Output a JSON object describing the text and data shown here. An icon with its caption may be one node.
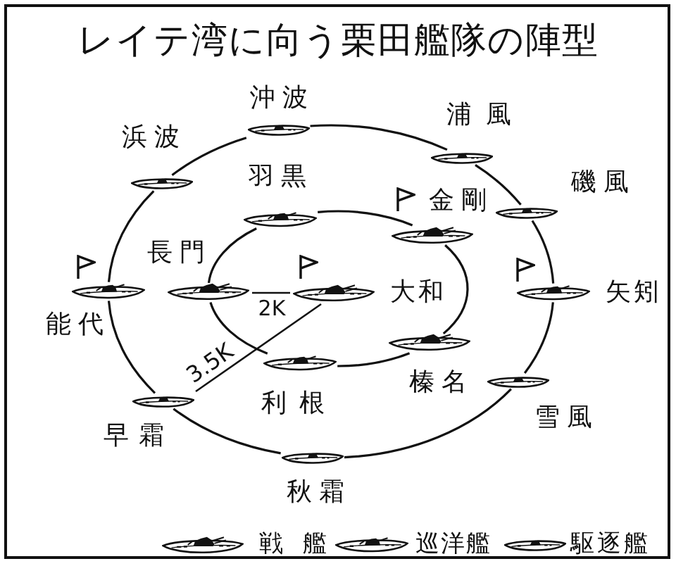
{
  "diagram": {
    "title": "レイテ湾に向う栗田艦隊の陣型",
    "nodes": [
      {
        "text": [
          "沖波"
        ]
      },
      {
        "text": [
          "浦風"
        ]
      },
      {
        "text": [
          "浜波"
        ]
      },
      {
        "text": [
          "羽黒"
        ]
      },
      {
        "text": [
          "磯風"
        ]
      },
      {
        "text": [
          "金剛"
        ]
      },
      {
        "text": [
          "長門"
        ]
      },
      {
        "text": [
          "能代"
        ]
      },
      {
        "text": [
          "大和"
        ]
      },
      {
        "text": [
          "矢矧"
        ]
      },
      {
        "text": [
          "榛名"
        ]
      },
      {
        "text": [
          "利根"
        ]
      },
      {
        "text": [
          "雪風"
        ]
      },
      {
        "text": [
          "早霜"
        ]
      },
      {
        "text": [
          "秋霜"
        ]
      }
    ],
    "edges": [
      {
        "from": 2,
        "to": 0,
        "arrow": "none"
      },
      {
        "from": 0,
        "to": 1,
        "arrow": "none"
      },
      {
        "from": 1,
        "to": 4,
        "arrow": "none"
      },
      {
        "from": 4,
        "to": 9,
        "arrow": "none"
      },
      {
        "from": 9,
        "to": 12,
        "arrow": "none"
      },
      {
        "from": 12,
        "to": 14,
        "arrow": "none"
      },
      {
        "from": 14,
        "to": 13,
        "arrow": "none"
      },
      {
        "from": 13,
        "to": 7,
        "arrow": "none"
      },
      {
        "from": 7,
        "to": 2,
        "arrow": "none"
      },
      {
        "from": 3,
        "to": 5,
        "arrow": "none"
      },
      {
        "from": 5,
        "to": 10,
        "arrow": "none"
      },
      {
        "from": 10,
        "to": 11,
        "arrow": "none"
      },
      {
        "from": 11,
        "to": 6,
        "arrow": "none"
      },
      {
        "from": 6,
        "to": 3,
        "arrow": "none"
      }
    ],
    "labels": [
      "2K",
      "3.5K"
    ],
    "legend": [
      {
        "text": "戦艦"
      },
      {
        "text": "巡洋艦"
      },
      {
        "text": "駆逐艦"
      }
    ]
  }
}
